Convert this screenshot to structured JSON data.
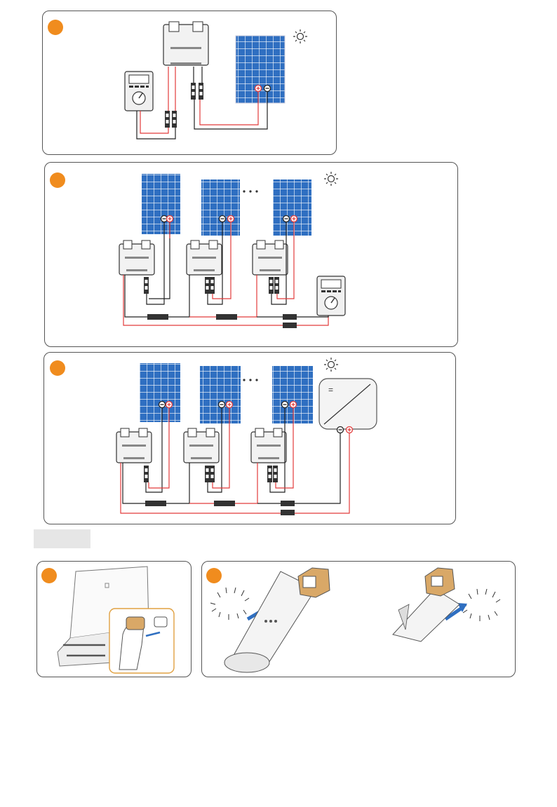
{
  "colors": {
    "accent": "#f08c1e",
    "panel_blue": "#2f6fc1",
    "cable_red": "#e23b3b",
    "cable_black": "#222222",
    "frame_gray": "#555555"
  },
  "steps": [
    {
      "id": "step-1",
      "icons": [
        "multimeter-icon",
        "optimizer-icon",
        "solar-panel-icon",
        "sun-icon"
      ]
    },
    {
      "id": "step-2",
      "icons": [
        "optimizer-icon",
        "solar-panel-icon",
        "multimeter-icon",
        "sun-icon",
        "ellipsis-icon"
      ]
    },
    {
      "id": "step-3",
      "icons": [
        "optimizer-icon",
        "solar-panel-icon",
        "inverter-icon",
        "sun-icon",
        "ellipsis-icon"
      ]
    },
    {
      "id": "step-4",
      "icons": [
        "inverter-icon",
        "hand-icon",
        "connector-icon"
      ]
    },
    {
      "id": "step-5",
      "icons": [
        "connector-icon",
        "dongle-icon",
        "click-sound-icon",
        "arrow-icon"
      ]
    }
  ],
  "inverter_symbol": "="
}
